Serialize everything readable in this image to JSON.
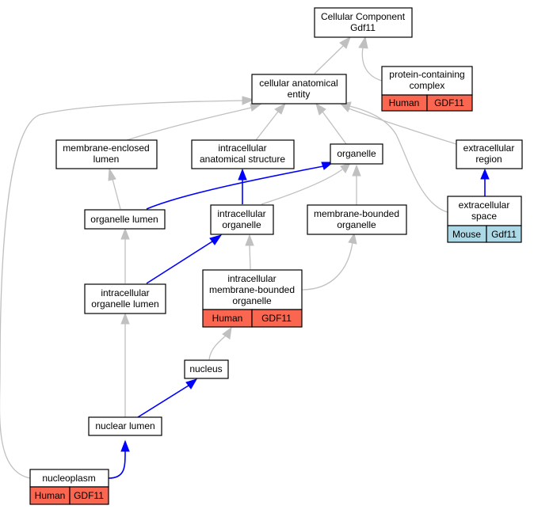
{
  "colors": {
    "human_badge": "#fa6650",
    "mouse_badge": "#add8e6",
    "edge_default": "#c0c0c0",
    "edge_highlight": "#0000ff"
  },
  "nodes": {
    "root": [
      "Cellular Component",
      "Gdf11"
    ],
    "protein_complex": [
      "protein-containing",
      "complex"
    ],
    "cellular_anatomical_entity": [
      "cellular anatomical",
      "entity"
    ],
    "membrane_enclosed_lumen": [
      "membrane-enclosed",
      "lumen"
    ],
    "intracellular_anatomical_structure": [
      "intracellular",
      "anatomical structure"
    ],
    "organelle": [
      "organelle"
    ],
    "extracellular_region": [
      "extracellular",
      "region"
    ],
    "organelle_lumen": [
      "organelle lumen"
    ],
    "intracellular_organelle": [
      "intracellular",
      "organelle"
    ],
    "membrane_bounded_organelle": [
      "membrane-bounded",
      "organelle"
    ],
    "extracellular_space": [
      "extracellular",
      "space"
    ],
    "intracellular_organelle_lumen": [
      "intracellular",
      "organelle lumen"
    ],
    "intracellular_membrane_bounded_organelle": [
      "intracellular",
      "membrane-bounded",
      "organelle"
    ],
    "nucleus": [
      "nucleus"
    ],
    "nuclear_lumen": [
      "nuclear lumen"
    ],
    "nucleoplasm": [
      "nucleoplasm"
    ]
  },
  "annotations": {
    "protein_complex": [
      "Human",
      "GDF11"
    ],
    "extracellular_space": [
      "Mouse",
      "Gdf11"
    ],
    "intracellular_membrane_bounded_organelle": [
      "Human",
      "GDF11"
    ],
    "nucleoplasm": [
      "Human",
      "GDF11"
    ]
  }
}
